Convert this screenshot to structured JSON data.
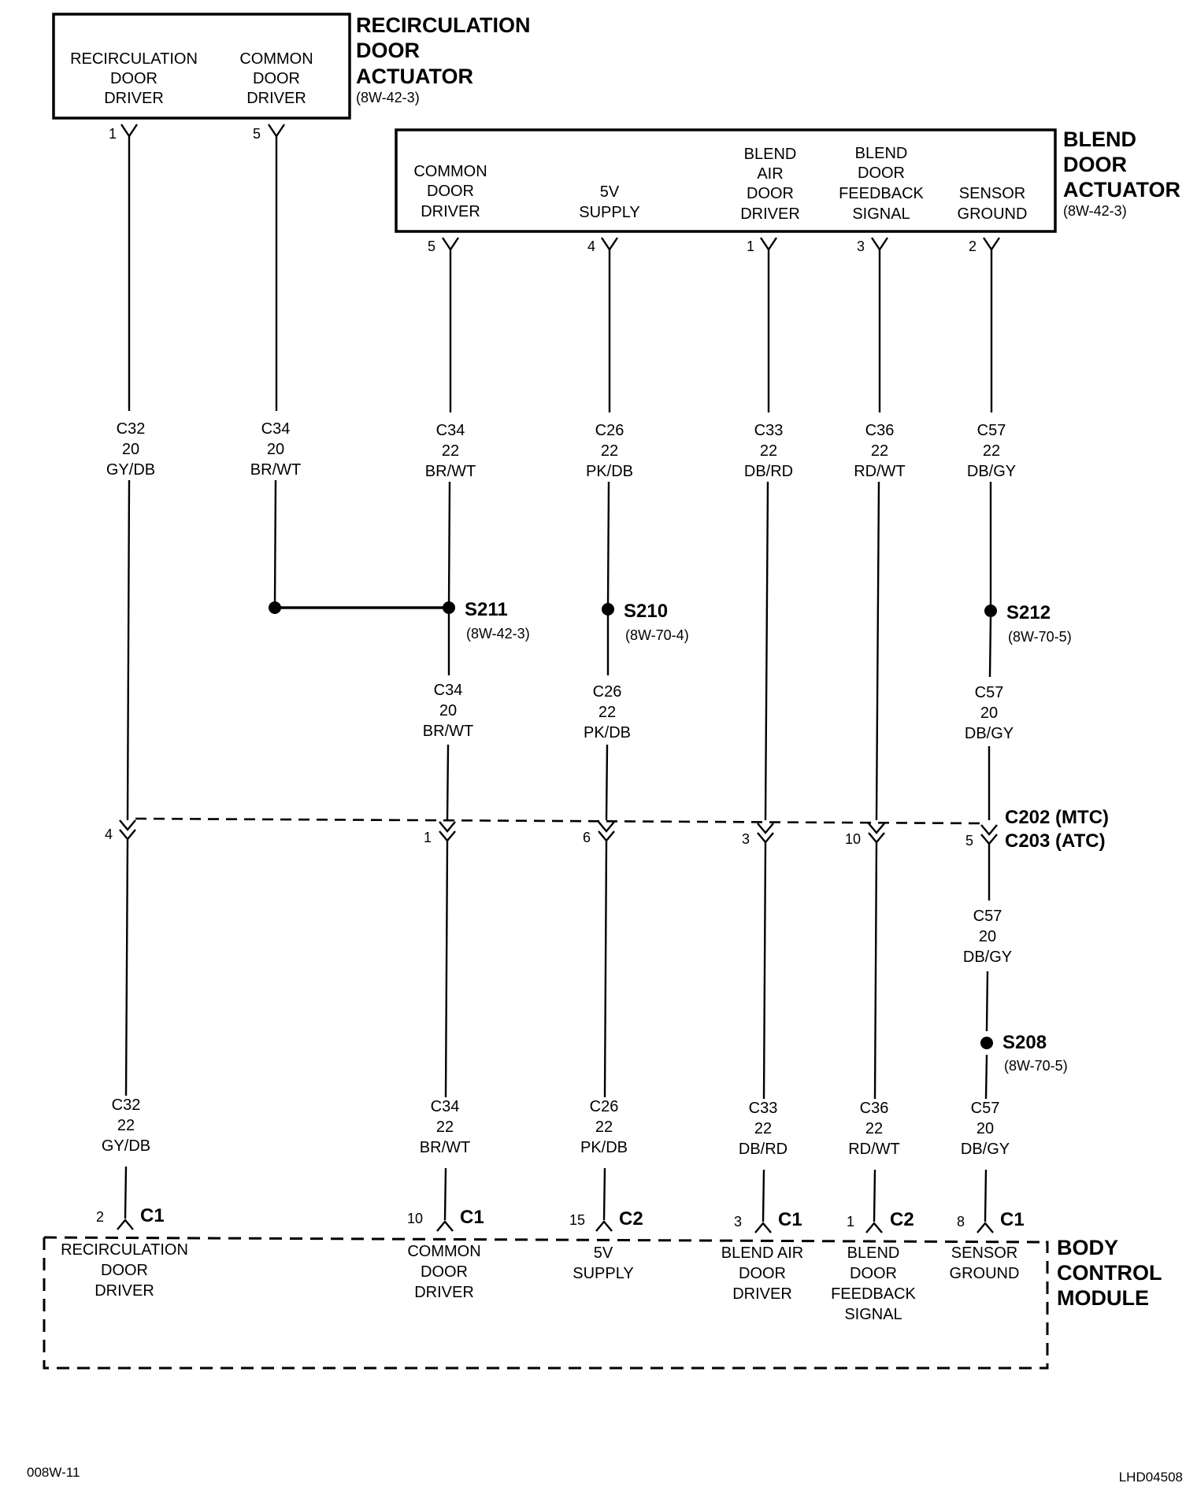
{
  "components": {
    "recirc_actuator": {
      "title": [
        "RECIRCULATION",
        "DOOR",
        "ACTUATOR"
      ],
      "ref": "(8W-42-3)",
      "pins": [
        {
          "label": [
            "RECIRCULATION",
            "DOOR",
            "DRIVER"
          ],
          "pin": "1"
        },
        {
          "label": [
            "COMMON",
            "DOOR",
            "DRIVER"
          ],
          "pin": "5"
        }
      ]
    },
    "blend_actuator": {
      "title": [
        "BLEND",
        "DOOR",
        "ACTUATOR"
      ],
      "ref": "(8W-42-3)",
      "pins": [
        {
          "label": [
            "COMMON",
            "DOOR",
            "DRIVER"
          ],
          "pin": "5"
        },
        {
          "label": [
            "5V",
            "SUPPLY"
          ],
          "pin": "4"
        },
        {
          "label": [
            "BLEND",
            "AIR",
            "DOOR",
            "DRIVER"
          ],
          "pin": "1"
        },
        {
          "label": [
            "BLEND",
            "DOOR",
            "FEEDBACK",
            "SIGNAL"
          ],
          "pin": "3"
        },
        {
          "label": [
            "SENSOR",
            "GROUND"
          ],
          "pin": "2"
        }
      ]
    },
    "bcm": {
      "title": [
        "BODY",
        "CONTROL",
        "MODULE"
      ],
      "pins": [
        {
          "label": [
            "RECIRCULATION",
            "DOOR",
            "DRIVER"
          ],
          "pin": "2",
          "conn": "C1"
        },
        {
          "label": [
            "COMMON",
            "DOOR",
            "DRIVER"
          ],
          "pin": "10",
          "conn": "C1"
        },
        {
          "label": [
            "5V",
            "SUPPLY"
          ],
          "pin": "15",
          "conn": "C2"
        },
        {
          "label": [
            "BLEND AIR",
            "DOOR",
            "DRIVER"
          ],
          "pin": "3",
          "conn": "C1"
        },
        {
          "label": [
            "BLEND",
            "DOOR",
            "FEEDBACK",
            "SIGNAL"
          ],
          "pin": "1",
          "conn": "C2"
        },
        {
          "label": [
            "SENSOR",
            "GROUND"
          ],
          "pin": "8",
          "conn": "C1"
        }
      ]
    }
  },
  "wires": {
    "upper": [
      [
        "C32",
        "20",
        "GY/DB"
      ],
      [
        "C34",
        "20",
        "BR/WT"
      ],
      [
        "C34",
        "22",
        "BR/WT"
      ],
      [
        "C26",
        "22",
        "PK/DB"
      ],
      [
        "C33",
        "22",
        "DB/RD"
      ],
      [
        "C36",
        "22",
        "RD/WT"
      ],
      [
        "C57",
        "22",
        "DB/GY"
      ]
    ],
    "mid": [
      [
        "C34",
        "20",
        "BR/WT"
      ],
      [
        "C26",
        "22",
        "PK/DB"
      ],
      [
        "C57",
        "20",
        "DB/GY"
      ]
    ],
    "below_connector": [
      "C57",
      "20",
      "DB/GY"
    ],
    "lower": [
      [
        "C32",
        "22",
        "GY/DB"
      ],
      [
        "C34",
        "22",
        "BR/WT"
      ],
      [
        "C26",
        "22",
        "PK/DB"
      ],
      [
        "C33",
        "22",
        "DB/RD"
      ],
      [
        "C36",
        "22",
        "RD/WT"
      ],
      [
        "C57",
        "20",
        "DB/GY"
      ]
    ]
  },
  "splices": [
    {
      "name": "S211",
      "ref": "(8W-42-3)"
    },
    {
      "name": "S210",
      "ref": "(8W-70-4)"
    },
    {
      "name": "S212",
      "ref": "(8W-70-5)"
    },
    {
      "name": "S208",
      "ref": "(8W-70-5)"
    }
  ],
  "inline_connector": {
    "names": [
      "C202 (MTC)",
      "C203 (ATC)"
    ],
    "pins": [
      "4",
      "1",
      "6",
      "3",
      "10",
      "5"
    ]
  },
  "footer": {
    "left": "008W-11",
    "right": "LHD04508"
  }
}
